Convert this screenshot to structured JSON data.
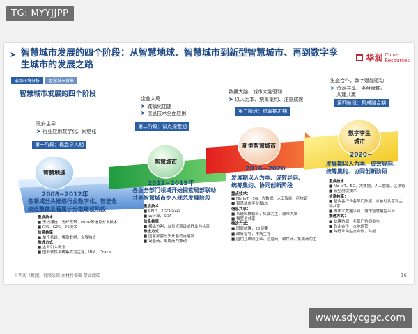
{
  "watermark_top": "TG: MYYJJPP",
  "watermark_bottom": "www.sdycggc.com",
  "title": "智慧城市发展的四个阶段：从智慧地球、智慧城市到新型智慧城市、再到数字孪生城市的发展之路",
  "logo_cn": "华润",
  "logo_en_1": "China",
  "logo_en_2": "Resources",
  "breadcrumb": [
    "宏观环境分析",
    "智慧城市背景"
  ],
  "subtitle": "智慧城市发展的四个阶段",
  "stage1": {
    "intro_head": "政府主导",
    "intro_items": [
      "行业应用数字化、网络化"
    ],
    "tag": "第一阶段：概念导入期",
    "circle": "智慧地球",
    "year": "2008~2012年",
    "desc_lines": [
      "各领域分头推进行业数字化、智能化",
      "改造整体来看属于分散建设阶段"
    ],
    "details": [
      {
        "h": "重点技术：",
        "t": ""
      },
      {
        "h": "",
        "t": "■ 无线通信、光纤宽带、HTTP等信息分发技术"
      },
      {
        "h": "",
        "t": "■ GIS、GPS、RS技术"
      },
      {
        "h": "信息共享：",
        "t": ""
      },
      {
        "h": "",
        "t": "■ 单个系统、零散数据、自我独立"
      },
      {
        "h": "推进方式：",
        "t": ""
      },
      {
        "h": "",
        "t": "■ 企业引入概念"
      },
      {
        "h": "",
        "t": "■ 国外软件系统集成为主导，IBM、Oracle"
      }
    ]
  },
  "stage2": {
    "intro_head": "企业入局",
    "intro_items": [
      "城镇化加速",
      "信息技术全面应用"
    ],
    "tag": "第二阶段：试点探索期",
    "circle": "智慧城市",
    "year": "2012~2015年",
    "desc_lines": [
      "各业务部门领域开始探索局部联动",
      "共享智慧城市步入规范发展阶段"
    ],
    "details": [
      {
        "h": "重点技术：",
        "t": ""
      },
      {
        "h": "",
        "t": "■ RFID、2G/3G/4G"
      },
      {
        "h": "",
        "t": "■ 云计算、SOA"
      },
      {
        "h": "信息共享：",
        "t": ""
      },
      {
        "h": "",
        "t": "■ 横纵分割，以重点项目或行业为共享"
      },
      {
        "h": "推进方式：",
        "t": ""
      },
      {
        "h": "",
        "t": "■ 国家部委分头开展试点建设"
      },
      {
        "h": "",
        "t": "■ 设备商、集成商为推动"
      }
    ]
  },
  "stage3": {
    "intro_head": "数据大脑、城市大脑驱动",
    "intro_items": [
      "以人为本、统筹集约、注重成效"
    ],
    "tag": "第三阶段：统筹推进期",
    "circle": "新型智慧城市",
    "year": "2016~2020",
    "desc_lines": [
      "发展期以人为本、成效导向、",
      "统筹集约、协同创新阶段"
    ],
    "details": [
      {
        "h": "重点技术：",
        "t": ""
      },
      {
        "h": "",
        "t": "■ Nb-IoT、5G、大数据、人工智能、区块链"
      },
      {
        "h": "",
        "t": "■ 智慧城市平台和OS"
      },
      {
        "h": "信息共享：",
        "t": ""
      },
      {
        "h": "",
        "t": "■ 系统纵横联合，集成为主，城市大脑"
      },
      {
        "h": "",
        "t": "■ 强壁垒共享"
      },
      {
        "h": "推进方式：",
        "t": ""
      },
      {
        "h": "",
        "t": "■ 国家统筹，25部委"
      },
      {
        "h": "",
        "t": "■ 政府指导，市场主导"
      },
      {
        "h": "",
        "t": "■ 国内互联网企业、运营商、软件商、集成商为主"
      }
    ]
  },
  "stage4": {
    "intro_head": "生态合作，数字赋能驱动",
    "intro_items": [
      "资源共享、平台赋能、",
      "共建共赢"
    ],
    "tag": "第四阶段：集成融合期",
    "circle_1": "数字孪生",
    "circle_2": "城市",
    "year": "2020~",
    "desc_lines": [
      "发展期以人为本、成效导向、",
      "统筹集约、协同创新阶段"
    ],
    "details": [
      {
        "h": "重点技术：",
        "t": ""
      },
      {
        "h": "",
        "t": "■ Nb-IoT、5G、大数据、人工智能、区块链"
      },
      {
        "h": "",
        "t": "■ 新型测绘技术"
      },
      {
        "h": "信息共享：",
        "t": ""
      },
      {
        "h": "",
        "t": "■ 整合各行业各部门数据，从被动共享到主"
      },
      {
        "h": "",
        "t": "  动共享"
      },
      {
        "h": "",
        "t": "■ 城市大数据平台、城市智慧模型平台"
      },
      {
        "h": "推进方式：",
        "t": ""
      },
      {
        "h": "",
        "t": "■ 统筹协调，多部门协同参与"
      },
      {
        "h": "",
        "t": "■ 政企合作，本地运营"
      },
      {
        "h": "",
        "t": "■ 跨行业跨生态合作，共创"
      }
    ]
  },
  "footer": "©华润（集团）有限公司 本材料保密 禁止翻印",
  "page_number": "16",
  "colors": {
    "brand_blue": "#1f4b86",
    "tag_blue": "#2a5fa6",
    "red_logo": "#c2272d",
    "green": "#2fa24a",
    "red_arrow": "#e43a2a",
    "yellow": "#f5d623"
  }
}
